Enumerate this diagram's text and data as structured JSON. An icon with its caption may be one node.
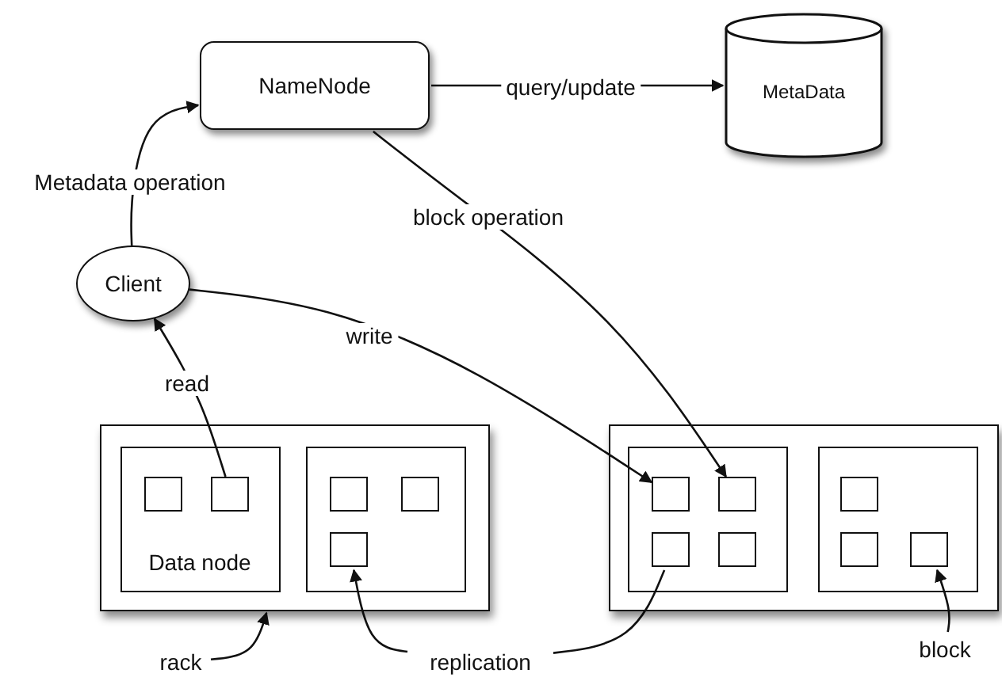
{
  "diagram": {
    "nodes": [
      {
        "text": [
          "NameNode"
        ]
      },
      {
        "text": [
          "MetaData"
        ]
      },
      {
        "text": [
          "Client"
        ]
      },
      {
        "text": [],
        "shape": "box"
      },
      {
        "text": [
          "Data node"
        ],
        "in": 3
      },
      {
        "text": [],
        "shape": "box",
        "in": 4
      },
      {
        "text": [],
        "shape": "box",
        "in": 4
      },
      {
        "text": [],
        "shape": "box",
        "in": 3
      },
      {
        "text": [],
        "shape": "box",
        "in": 7
      },
      {
        "text": [],
        "shape": "box",
        "in": 7
      },
      {
        "text": [],
        "shape": "box",
        "in": 7
      },
      {
        "text": [],
        "shape": "box"
      },
      {
        "text": [],
        "shape": "box",
        "in": 11
      },
      {
        "text": [],
        "shape": "box",
        "in": 12
      },
      {
        "text": [],
        "shape": "box",
        "in": 12
      },
      {
        "text": [],
        "shape": "box",
        "in": 12
      },
      {
        "text": [],
        "shape": "box",
        "in": 12
      },
      {
        "text": [],
        "shape": "box",
        "in": 11
      },
      {
        "text": [],
        "shape": "box",
        "in": 17
      },
      {
        "text": [],
        "shape": "box",
        "in": 17
      },
      {
        "text": [],
        "shape": "box",
        "in": 17
      },
      {
        "text": [
          "rack"
        ]
      },
      {
        "text": [
          "replication"
        ]
      },
      {
        "text": [
          "block"
        ]
      }
    ],
    "edges": [
      {
        "from": 2,
        "to": 0,
        "label": "Metadata operation",
        "arrow": "to"
      },
      {
        "from": 0,
        "to": 1,
        "label": "query/update",
        "arrow": "to"
      },
      {
        "from": 0,
        "to": 14,
        "label": "block operation",
        "arrow": "to"
      },
      {
        "from": 2,
        "to": 13,
        "label": "write",
        "arrow": "to"
      },
      {
        "from": 6,
        "to": 2,
        "label": "read",
        "arrow": "to"
      },
      {
        "from": 21,
        "to": 3,
        "arrow": "to"
      },
      {
        "from": 22,
        "to": 10,
        "arrow": "to"
      },
      {
        "from": 22,
        "to": 15,
        "arrow": "none"
      },
      {
        "from": 23,
        "to": 20,
        "arrow": "to"
      }
    ]
  }
}
